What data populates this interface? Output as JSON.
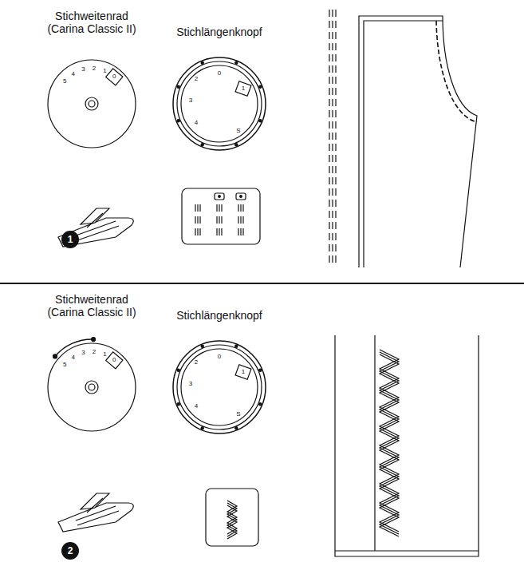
{
  "diagram": {
    "labels": [
      "Stichweitenrad (Carina Classic II)",
      "Stichlängenknopf",
      "5",
      "4",
      "3",
      "2",
      "1",
      "0",
      "0",
      "1",
      "2",
      "3",
      "4",
      "S",
      "1",
      "Stichweitenrad (Carina Classic II)",
      "Stichlängenknopf",
      "5",
      "4",
      "3",
      "2",
      "1",
      "0",
      "0",
      "1",
      "2",
      "3",
      "4",
      "S",
      "2"
    ]
  }
}
